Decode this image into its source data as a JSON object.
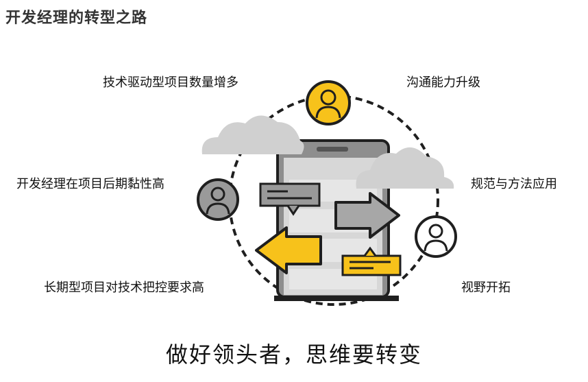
{
  "title": "开发经理的转型之路",
  "labels": {
    "top_left": "技术驱动型项目数量增多",
    "top_right": "沟通能力升级",
    "mid_left": "开发经理在项目后期黏性高",
    "mid_right": "规范与方法应用",
    "bottom_left": "长期型项目对技术把控要求高",
    "bottom_right": "视野开拓"
  },
  "subtitle": "做好领头者，思维要转变",
  "icons": [
    "person-icon",
    "person-icon",
    "person-icon",
    "cloud-icon",
    "cloud-icon",
    "phone-icon",
    "arrow-right-icon",
    "arrow-left-icon",
    "chat-bubble-icon",
    "chat-bubble-icon"
  ],
  "colors": {
    "accent": "#F7C21B",
    "dark": "#1f1f1f",
    "gray": "#9a9a9a",
    "cloud": "#d4d4d4"
  }
}
